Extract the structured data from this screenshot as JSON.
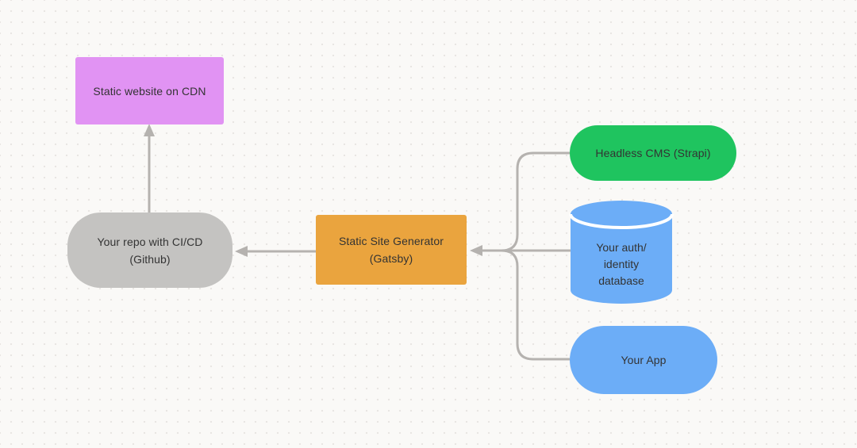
{
  "diagram": {
    "background_color": "#faf9f7",
    "dot_color": "#e8e6e3",
    "text_color": "#333333",
    "connector_color": "#b5b2af",
    "nodes": {
      "cdn": {
        "label": "Static website on CDN",
        "shape": "rectangle",
        "color": "#e193f3"
      },
      "repo": {
        "lines": [
          "Your repo with CI/CD",
          "(Github)"
        ],
        "shape": "rounded-rectangle",
        "color": "#c4c3c1"
      },
      "ssg": {
        "lines": [
          "Static Site Generator",
          "(Gatsby)"
        ],
        "shape": "rectangle",
        "color": "#eaa43e"
      },
      "cms": {
        "label": "Headless CMS (Strapi)",
        "shape": "pill",
        "color": "#1fc45f"
      },
      "db": {
        "lines": [
          "Your auth/",
          "identity",
          "database"
        ],
        "shape": "cylinder",
        "color": "#6cadf7"
      },
      "app": {
        "label": "Your App",
        "shape": "pill",
        "color": "#6cadf7"
      }
    },
    "edges": [
      {
        "from": "repo",
        "to": "cdn",
        "arrow": true
      },
      {
        "from": "ssg",
        "to": "repo",
        "arrow": true
      },
      {
        "from": "cms",
        "to": "ssg",
        "arrow": true
      },
      {
        "from": "db",
        "to": "ssg",
        "arrow": true
      },
      {
        "from": "app",
        "to": "ssg",
        "arrow": true
      }
    ]
  }
}
